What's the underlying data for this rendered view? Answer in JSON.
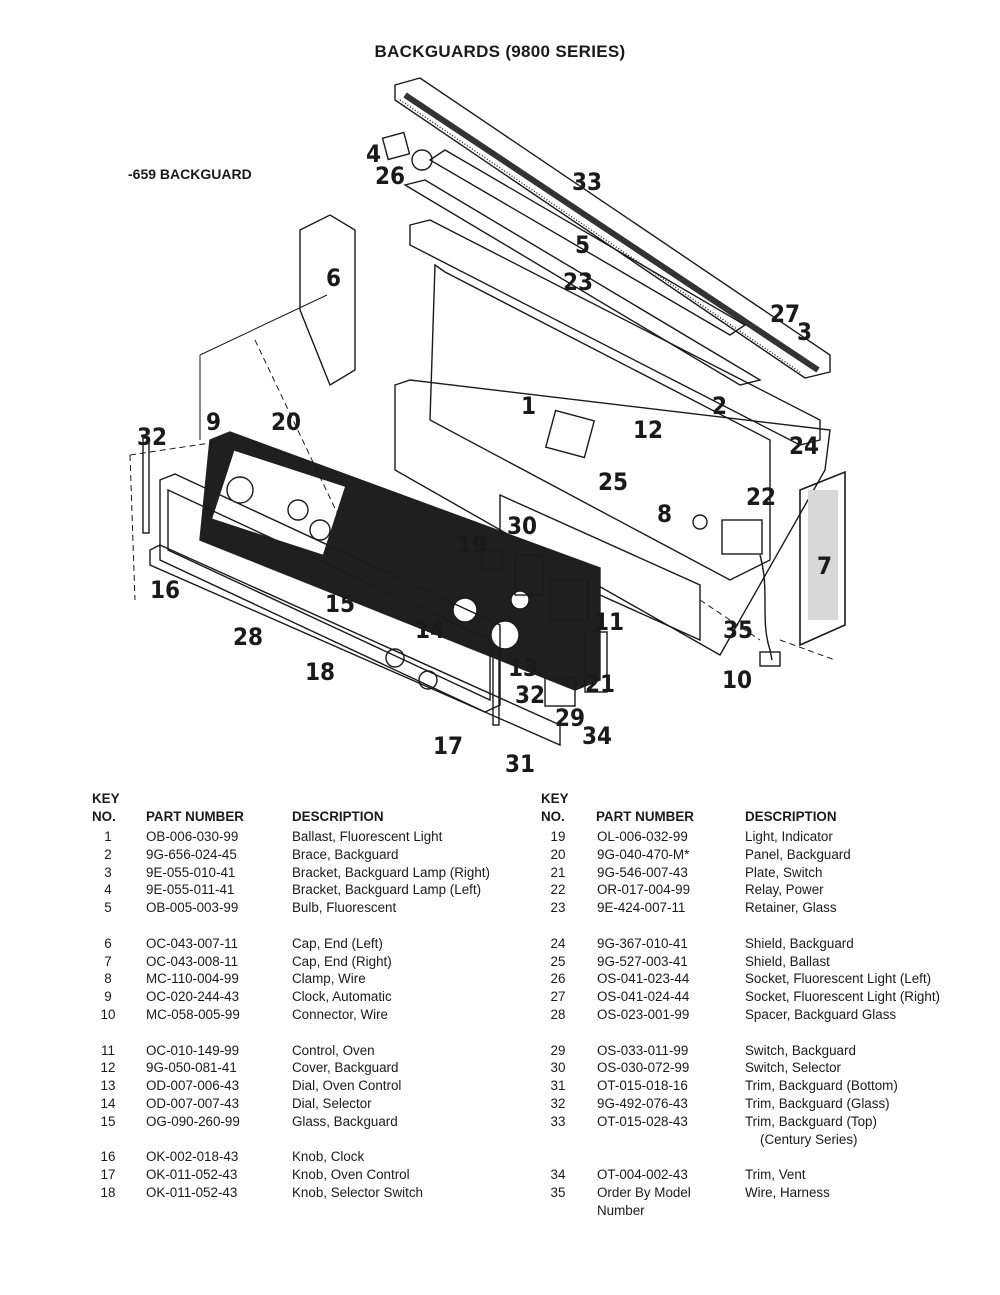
{
  "title": "BACKGUARDS (9800 SERIES)",
  "subtitle": "-659 BACKGUARD",
  "callouts": [
    "4",
    "26",
    "33",
    "5",
    "6",
    "23",
    "27",
    "3",
    "32",
    "9",
    "20",
    "1",
    "12",
    "2",
    "24",
    "25",
    "22",
    "8",
    "30",
    "19",
    "7",
    "16",
    "15",
    "11",
    "35",
    "14",
    "28",
    "18",
    "13",
    "21",
    "32",
    "10",
    "29",
    "17",
    "34",
    "31"
  ],
  "table_headers": {
    "key": "KEY",
    "no": "NO.",
    "part": "PART NUMBER",
    "desc": "DESCRIPTION"
  },
  "left_parts": [
    {
      "key": "1",
      "part": "OB-006-030-99",
      "desc": "Ballast, Fluorescent Light"
    },
    {
      "key": "2",
      "part": "9G-656-024-45",
      "desc": "Brace, Backguard"
    },
    {
      "key": "3",
      "part": "9E-055-010-41",
      "desc": "Bracket, Backguard Lamp (Right)"
    },
    {
      "key": "4",
      "part": "9E-055-011-41",
      "desc": "Bracket, Backguard Lamp (Left)"
    },
    {
      "key": "5",
      "part": "OB-005-003-99",
      "desc": "Bulb, Fluorescent"
    },
    {
      "key": "6",
      "part": "OC-043-007-11",
      "desc": "Cap, End (Left)"
    },
    {
      "key": "7",
      "part": "OC-043-008-11",
      "desc": "Cap, End (Right)"
    },
    {
      "key": "8",
      "part": "MC-110-004-99",
      "desc": "Clamp, Wire"
    },
    {
      "key": "9",
      "part": "OC-020-244-43",
      "desc": "Clock, Automatic"
    },
    {
      "key": "10",
      "part": "MC-058-005-99",
      "desc": "Connector, Wire"
    },
    {
      "key": "11",
      "part": "OC-010-149-99",
      "desc": "Control, Oven"
    },
    {
      "key": "12",
      "part": "9G-050-081-41",
      "desc": "Cover, Backguard"
    },
    {
      "key": "13",
      "part": "OD-007-006-43",
      "desc": "Dial, Oven Control"
    },
    {
      "key": "14",
      "part": "OD-007-007-43",
      "desc": "Dial, Selector"
    },
    {
      "key": "15",
      "part": "OG-090-260-99",
      "desc": "Glass, Backguard"
    },
    {
      "key": "16",
      "part": "OK-002-018-43",
      "desc": "Knob, Clock"
    },
    {
      "key": "17",
      "part": "OK-011-052-43",
      "desc": "Knob, Oven Control"
    },
    {
      "key": "18",
      "part": "OK-011-052-43",
      "desc": "Knob, Selector Switch"
    }
  ],
  "right_parts": [
    {
      "key": "19",
      "part": "OL-006-032-99",
      "desc": "Light, Indicator"
    },
    {
      "key": "20",
      "part": "9G-040-470-M*",
      "desc": "Panel, Backguard"
    },
    {
      "key": "21",
      "part": "9G-546-007-43",
      "desc": "Plate, Switch"
    },
    {
      "key": "22",
      "part": "OR-017-004-99",
      "desc": "Relay, Power"
    },
    {
      "key": "23",
      "part": "9E-424-007-11",
      "desc": "Retainer, Glass"
    },
    {
      "key": "24",
      "part": "9G-367-010-41",
      "desc": "Shield, Backguard"
    },
    {
      "key": "25",
      "part": "9G-527-003-41",
      "desc": "Shield, Ballast"
    },
    {
      "key": "26",
      "part": "OS-041-023-44",
      "desc": "Socket, Fluorescent Light (Left)"
    },
    {
      "key": "27",
      "part": "OS-041-024-44",
      "desc": "Socket, Fluorescent Light (Right)"
    },
    {
      "key": "28",
      "part": "OS-023-001-99",
      "desc": "Spacer, Backguard Glass"
    },
    {
      "key": "29",
      "part": "OS-033-011-99",
      "desc": "Switch, Backguard"
    },
    {
      "key": "30",
      "part": "OS-030-072-99",
      "desc": "Switch, Selector"
    },
    {
      "key": "31",
      "part": "OT-015-018-16",
      "desc": "Trim, Backguard (Bottom)"
    },
    {
      "key": "32",
      "part": "9G-492-076-43",
      "desc": "Trim, Backguard (Glass)"
    },
    {
      "key": "33",
      "part": "OT-015-028-43",
      "desc": "Trim, Backguard (Top)",
      "desc2": "(Century Series)"
    },
    {
      "key": "34",
      "part": "OT-004-002-43",
      "desc": "Trim, Vent"
    },
    {
      "key": "35",
      "part": "Order By Model",
      "part2": "Number",
      "desc": "Wire, Harness"
    }
  ]
}
